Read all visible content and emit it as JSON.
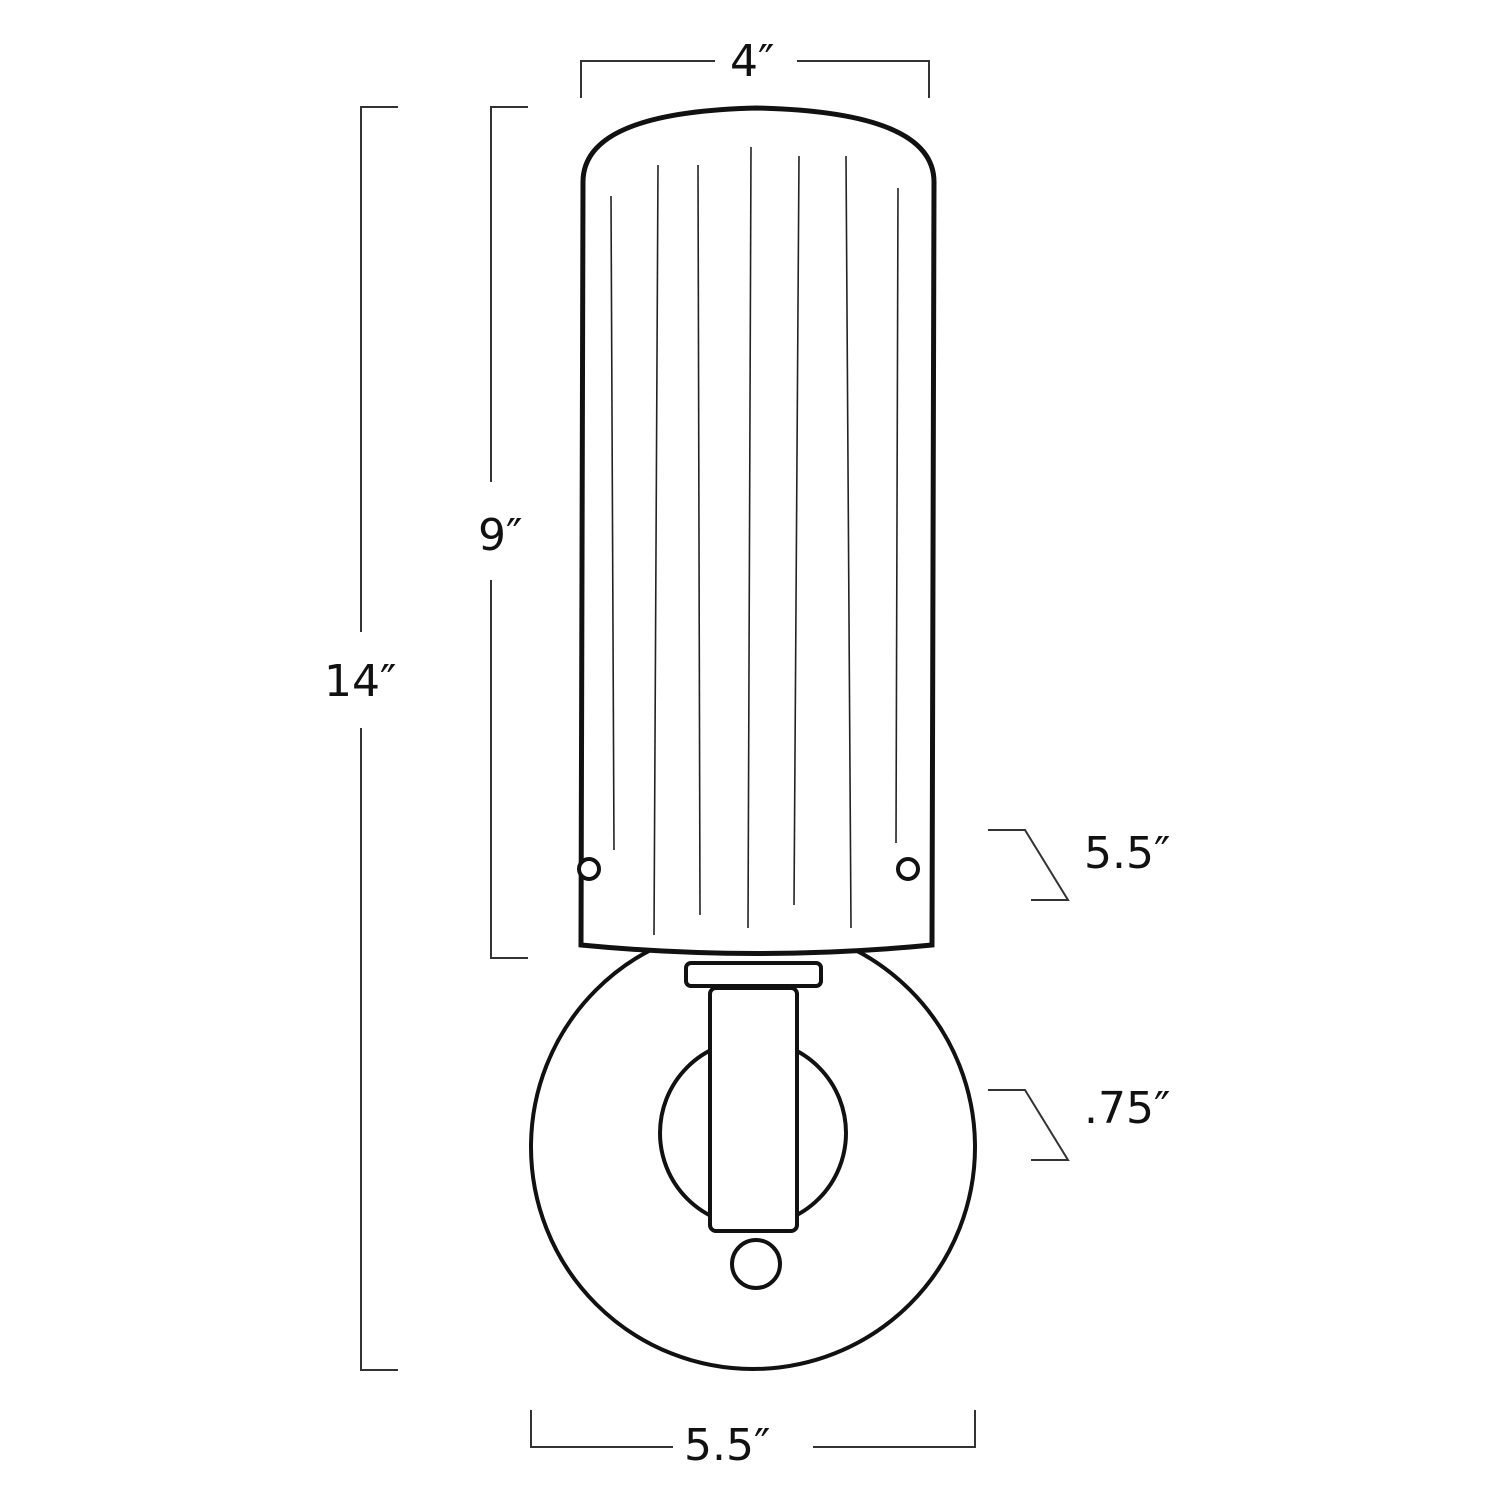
{
  "diagram": {
    "subject": "Wall sconce dimension drawing",
    "colors": {
      "background": "#ffffff",
      "outline": "#111111",
      "dimension_line": "#333333"
    },
    "dimensions": {
      "shade_width": "4″",
      "overall_height": "14″",
      "shade_height": "9″",
      "backplate_width": "5.5″",
      "extension": "5.5″",
      "backplate_depth": ".75″"
    }
  }
}
